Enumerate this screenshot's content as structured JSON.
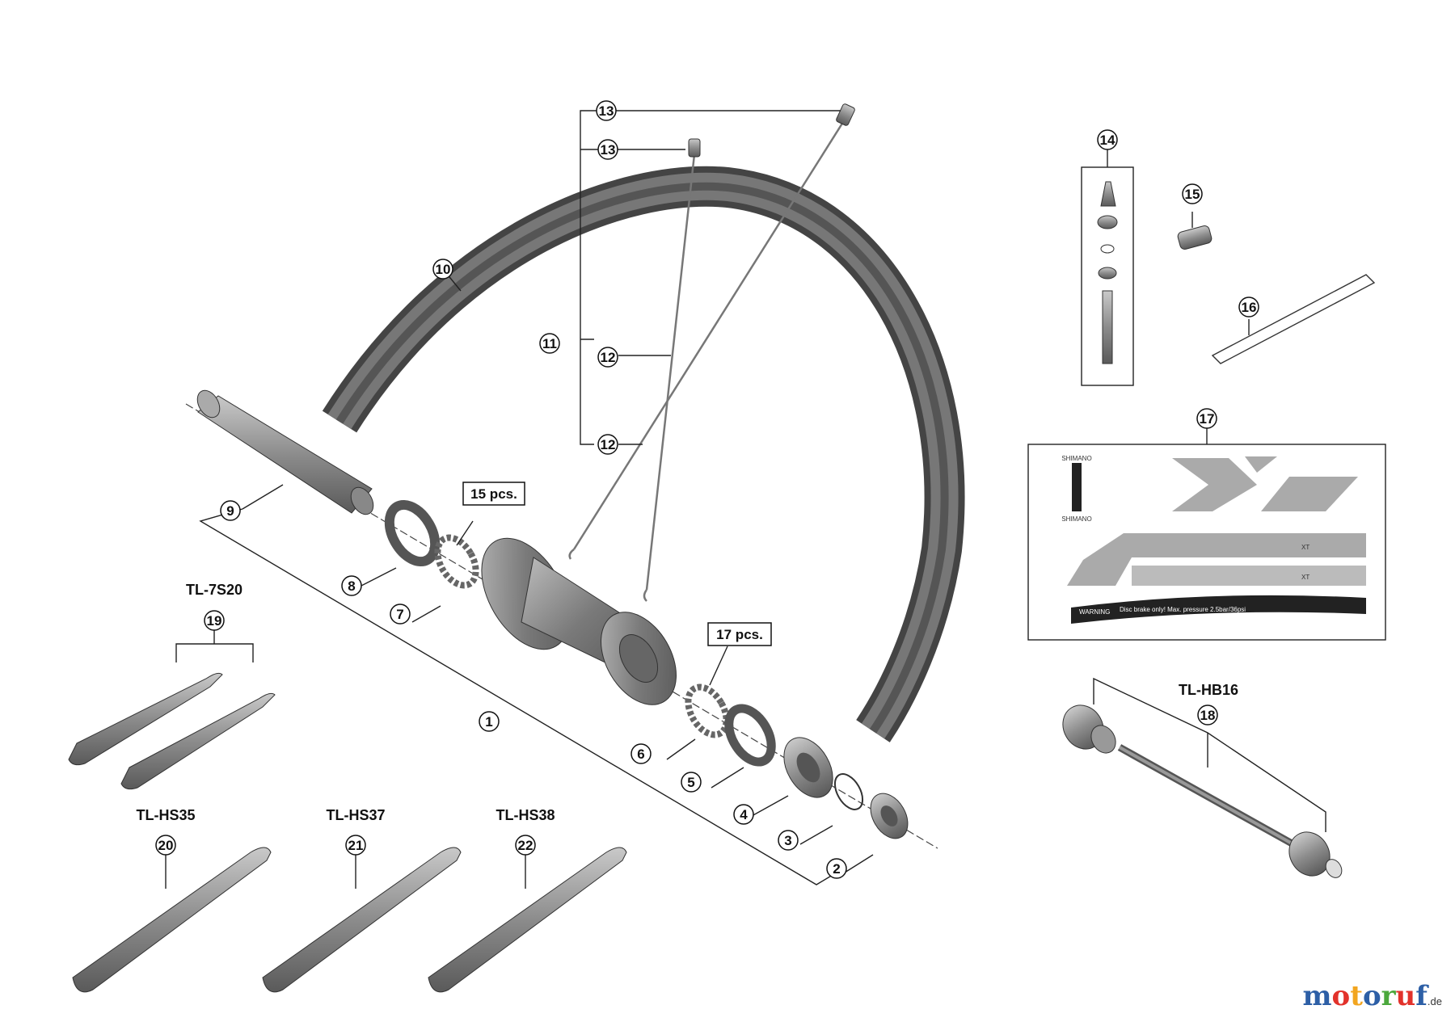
{
  "callouts": {
    "c1": "1",
    "c2": "2",
    "c3": "3",
    "c4": "4",
    "c5": "5",
    "c6": "6",
    "c7": "7",
    "c8": "8",
    "c9": "9",
    "c10": "10",
    "c11": "11",
    "c12a": "12",
    "c12b": "12",
    "c13a": "13",
    "c13b": "13",
    "c14": "14",
    "c15": "15",
    "c16": "16",
    "c17": "17",
    "c18": "18",
    "c19": "19",
    "c20": "20",
    "c21": "21",
    "c22": "22"
  },
  "quantities": {
    "bearings_left": "15 pcs.",
    "bearings_right": "17 pcs."
  },
  "tools": {
    "tl7s20": "TL-7S20",
    "tlhb16": "TL-HB16",
    "tlhs35": "TL-HS35",
    "tlhs37": "TL-HS37",
    "tlhs38": "TL-HS38"
  },
  "decals": {
    "brand_top": "SHIMANO",
    "brand_bottom": "SHIMANO",
    "model_a": "XT",
    "model_b": "XT",
    "warning": "WARNING",
    "warning_detail": "Disc brake only!  Max. pressure 2.5bar/36psi"
  },
  "watermark": {
    "letters": [
      "m",
      "o",
      "t",
      "o",
      "r",
      "u",
      "f"
    ],
    "colors": [
      "#2d5fa6",
      "#e2322b",
      "#f2a51f",
      "#2d5fa6",
      "#4ba83c",
      "#e2322b",
      "#2d5fa6"
    ],
    "suffix": ".de"
  }
}
